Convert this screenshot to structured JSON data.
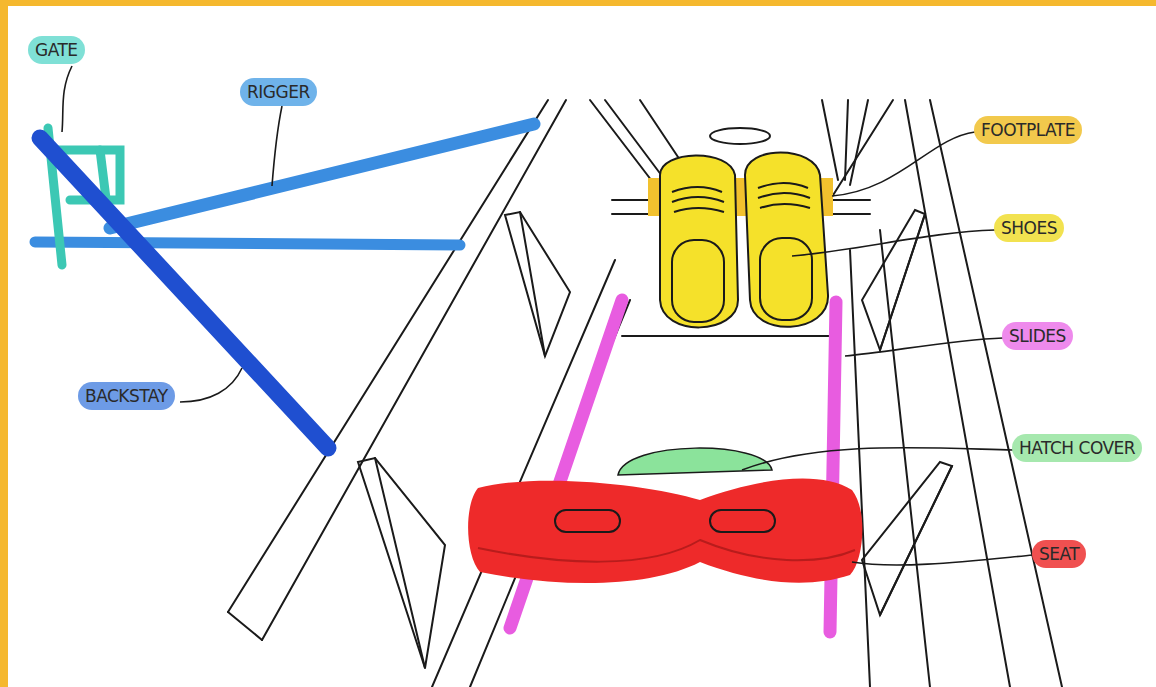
{
  "diagram": {
    "labels": [
      "GATE",
      "RIGGER",
      "BACKSTAY",
      "FOOTPLATE",
      "SHOES",
      "SLIDES",
      "HATCH COVER",
      "SEAT"
    ]
  }
}
